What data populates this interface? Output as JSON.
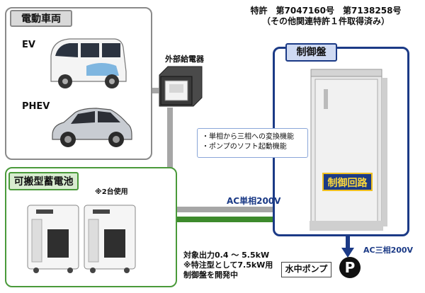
{
  "patent": {
    "line1": "特許　第7047160号　第7138258号",
    "line2": "（その他関連特許１件取得済み）"
  },
  "ev_panel": {
    "title": "電動車両",
    "ev_label": "EV",
    "phev_label": "PHEV"
  },
  "charger_label": "外部給電器",
  "battery_panel": {
    "title": "可搬型蓄電池",
    "note": "※2台使用"
  },
  "control_panel": {
    "title": "制御盤",
    "callout_line1": "・単相から三相への変換機能",
    "callout_line2": "・ポンプのソフト起動機能",
    "circuit_label": "制御回路"
  },
  "ac_single_label": "AC単相200V",
  "ac_three_label": "AC三相200V",
  "pump_label": "水中ポンプ",
  "pump_symbol": "P",
  "note": {
    "line1": "対象出力0.4 ～ 5.5kW",
    "line2": "※特注型として7.5kW用",
    "line3": "制御盤を開発中"
  },
  "colors": {
    "gray_line": "#a6a6a6",
    "green_line": "#3d8a2c",
    "navy": "#1b3a86"
  }
}
